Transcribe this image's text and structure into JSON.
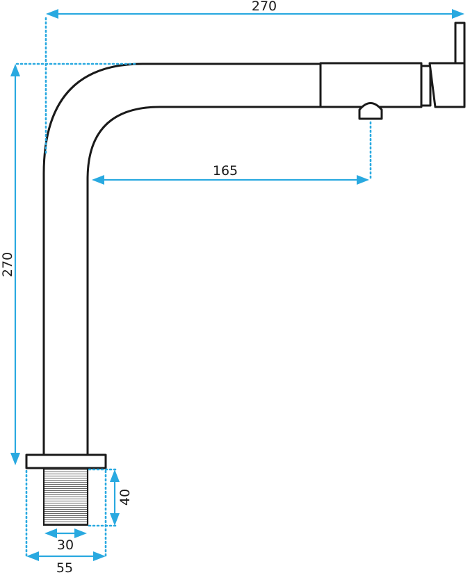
{
  "colors": {
    "outline": "#1a1a1a",
    "dimension": "#29a9e0",
    "background": "#ffffff"
  },
  "dimensions": {
    "total_width": "270",
    "total_height": "270",
    "spout_reach": "165",
    "thread_length": "40",
    "thread_diameter": "30",
    "base_diameter": "55"
  }
}
